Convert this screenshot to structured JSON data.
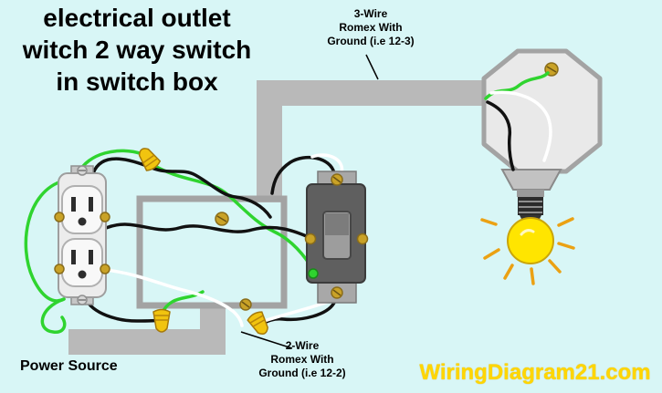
{
  "title": {
    "line1": "electrical outlet",
    "line2": "witch 2 way switch",
    "line3": "in switch box"
  },
  "annotations": {
    "three_wire": {
      "line1": "3-Wire",
      "line2": "Romex With",
      "line3": "Ground (i.e 12-3)"
    },
    "two_wire": {
      "line1": "2-Wire",
      "line2": "Romex With",
      "line3": "Ground (i.e 12-2)"
    },
    "power_source": "Power Source",
    "watermark": "WiringDiagram21.com"
  },
  "components": {
    "outlet": "duplex-electrical-outlet",
    "switch": "2-way-toggle-switch",
    "switch_box": "metal-switch-box",
    "ceiling_box": "octagon-ceiling-box",
    "bulb": "light-bulb",
    "wire_nuts": "wire-nut-connectors"
  },
  "colors": {
    "background": "#d8f6f6",
    "cable": "#b9b9b9",
    "ground_wire": "#2fd42f",
    "hot_wire": "#111111",
    "neutral_wire": "#ffffff",
    "wire_nut": "#f1c40f",
    "bulb": "#ffe500",
    "watermark": "#ffd600"
  }
}
